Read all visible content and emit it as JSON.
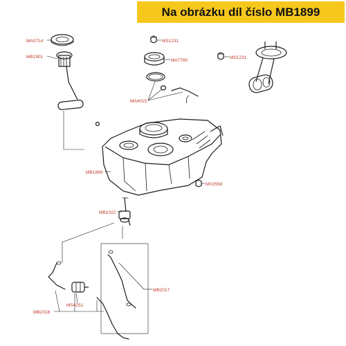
{
  "banner": {
    "text": "Na obrázku díl číslo MB1899",
    "color": "#f6c71c"
  },
  "labels": {
    "ma5714": "MA5714",
    "mb1901": "MB1901",
    "ms1231_top": "MS1231",
    "ma7760": "MA7760",
    "ms1231_right": "MS1231",
    "ma4015": "MA4015",
    "mb1899": "MB1899",
    "mx2558": "MX2558",
    "mb1022": "MB1022",
    "mb2017": "MB2017",
    "ms4251": "MS4251",
    "mb2016": "MB2016"
  },
  "colors": {
    "label": "#c0392b",
    "line": "#1a1a1a"
  }
}
